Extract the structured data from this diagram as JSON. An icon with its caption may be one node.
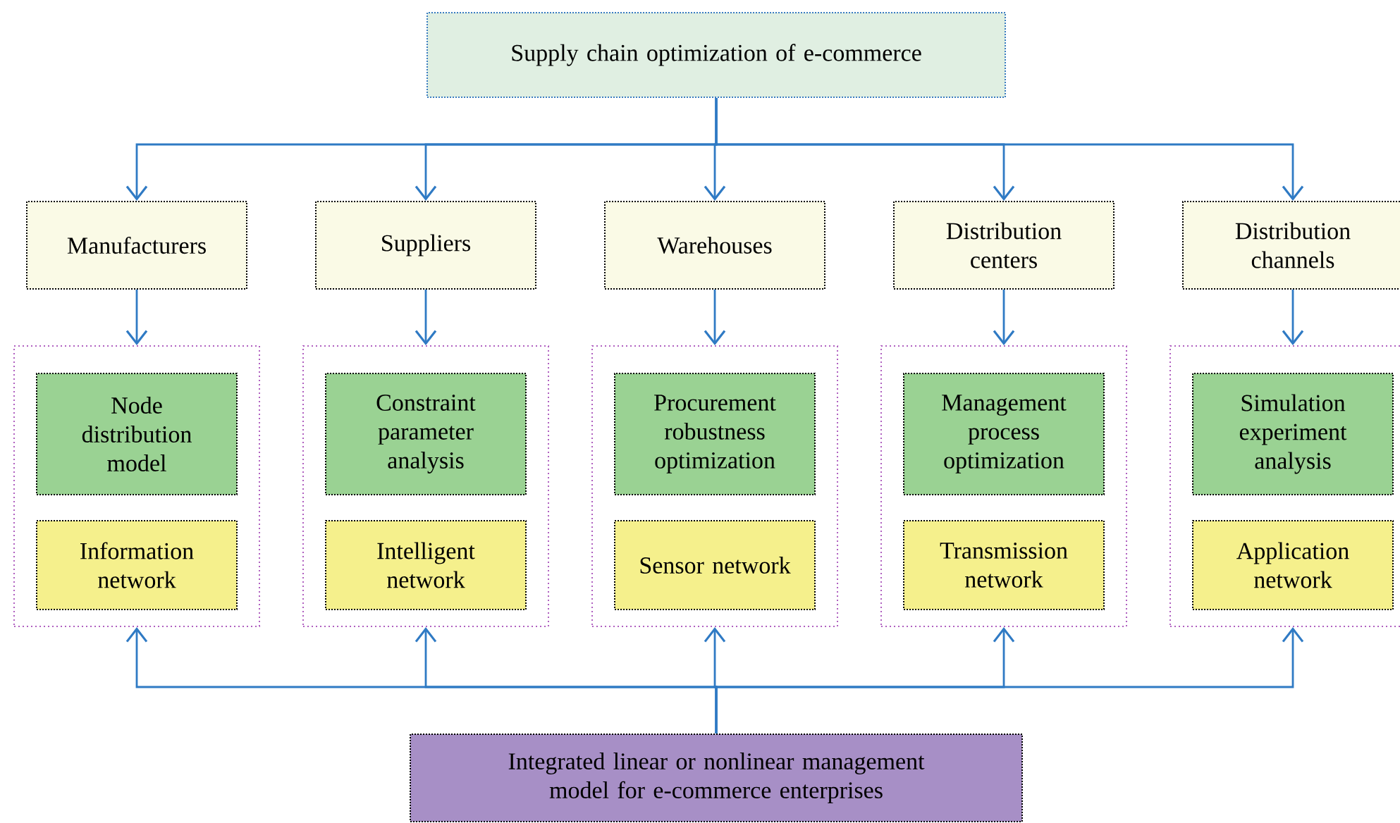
{
  "diagram": {
    "nodes": [
      {
        "text": [
          "Supply chain optimization of e-commerce"
        ]
      },
      {
        "text": [
          "Manufacturers"
        ]
      },
      {
        "text": [
          "Suppliers"
        ]
      },
      {
        "text": [
          "Warehouses"
        ]
      },
      {
        "text": [
          "Distribution centers"
        ]
      },
      {
        "text": [
          "Distribution channels"
        ]
      },
      {
        "text": [],
        "shape": "box"
      },
      {
        "text": [
          "Node distribution model"
        ],
        "in": 6
      },
      {
        "text": [
          "Information network"
        ],
        "in": 6
      },
      {
        "text": [],
        "shape": "box"
      },
      {
        "text": [
          "Constraint parameter analysis"
        ],
        "in": 9
      },
      {
        "text": [
          "Intelligent network"
        ],
        "in": 9
      },
      {
        "text": [],
        "shape": "box"
      },
      {
        "text": [
          "Procurement robustness optimization"
        ],
        "in": 12
      },
      {
        "text": [
          "Sensor network"
        ],
        "in": 12
      },
      {
        "text": [],
        "shape": "box"
      },
      {
        "text": [
          "Management process optimization"
        ],
        "in": 15
      },
      {
        "text": [
          "Transmission network"
        ],
        "in": 15
      },
      {
        "text": [],
        "shape": "box"
      },
      {
        "text": [
          "Simulation experiment analysis"
        ],
        "in": 18
      },
      {
        "text": [
          "Application network"
        ],
        "in": 18
      },
      {
        "text": [
          "Integrated linear or nonlinear management model for e-commerce enterprises"
        ]
      }
    ],
    "edges": [
      {
        "from": 0,
        "to": 1,
        "arrow": "to"
      },
      {
        "from": 0,
        "to": 2,
        "arrow": "to"
      },
      {
        "from": 0,
        "to": 3,
        "arrow": "to"
      },
      {
        "from": 0,
        "to": 4,
        "arrow": "to"
      },
      {
        "from": 0,
        "to": 5,
        "arrow": "to"
      },
      {
        "from": 1,
        "to": 6,
        "arrow": "to"
      },
      {
        "from": 2,
        "to": 9,
        "arrow": "to"
      },
      {
        "from": 3,
        "to": 12,
        "arrow": "to"
      },
      {
        "from": 4,
        "to": 15,
        "arrow": "to"
      },
      {
        "from": 5,
        "to": 18,
        "arrow": "to"
      },
      {
        "from": 21,
        "to": 6,
        "arrow": "to"
      },
      {
        "from": 21,
        "to": 9,
        "arrow": "to"
      },
      {
        "from": 21,
        "to": 12,
        "arrow": "to"
      },
      {
        "from": 21,
        "to": 15,
        "arrow": "to"
      },
      {
        "from": 21,
        "to": 18,
        "arrow": "to"
      }
    ]
  }
}
